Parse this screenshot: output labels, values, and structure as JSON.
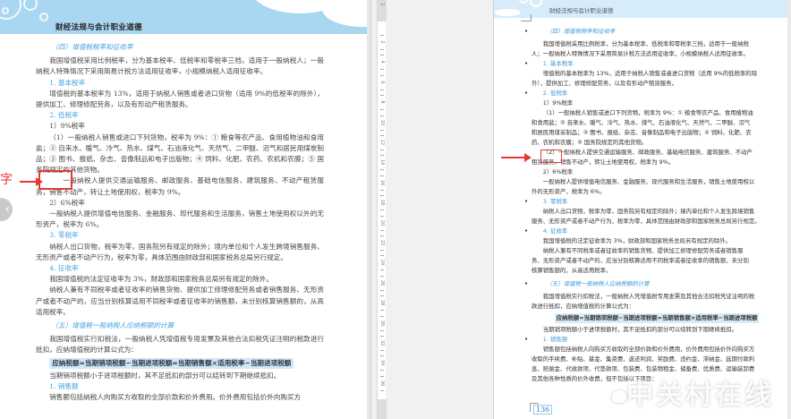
{
  "left_page": {
    "header_title": "财经法规与会计职业道德",
    "section_4_title": "（四）增值税税率和征收率",
    "p_intro": "我国增值税采用比例税率，分为基本税率、低税率和零税率三档，适用于一般纳税人；一般纳税人特殊情况下采用简易计税方法适用征收率，小规模纳税人适用征收率。",
    "h_basic": "1. 基本税率",
    "p_basic": "增值税的基本税率为 13%，适用于纳税人销售或者进口货物（适用 9%的低税率的除外），提供加工、修理修配劳务，以及有形动产租赁服务。",
    "h_low": "2. 低税率",
    "sub_9": "1）9%税率",
    "p_9_1": "（1）一般纳税人销售或进口下列货物，税率为 9%：① 粮食等农产品、食用植物油和食用盐；② 自来水、暖气、冷气、热水、煤气、石油液化气、天然气、二甲醚、沼气和居民用煤炭制品；③ 图书、报纸、杂志、音像制品和电子出版物；④ 饲料、化肥、农药、农机和农膜；⑤ 国务院规定的其他货物。",
    "p_9_2": "一般纳税人提供交通运输服务、邮政服务、基础电信服务、建筑服务、不动产租赁服务，销售不动产，转让土地使用权，税率为 9%。",
    "sub_6": "2）6%税率",
    "p_6": "一般纳税人提供增值电信服务、金融服务、现代服务和生活服务，销售土地使用权以外的无形资产，税率为 6%。",
    "h_zero": "3. 零税率",
    "p_zero": "纳税人出口货物，税率为零，国务院另有规定的除外；境内单位和个人发生跨境销售服务、无形资产或者不动产行为，税率为零，具体范围由财政部和国家税务总局另行规定。",
    "h_levy": "4. 征收率",
    "p_levy_1": "我国增值税的法定征收率为 3%，财政部和国家税务总局另有规定的除外。",
    "p_levy_2": "纳税人兼有不同税率或者征收率的销售货物、提供加工修理修配劳务或者销售服务、无形资产或者不动产的，应当分别核算适用不同税率或者征收率的销售额，未分别核算销售额的，从高适用税率。",
    "section_5_title": "（五）增值税一般纳税人应纳税额的计算",
    "p_calc": "我国增值税实行扣税法，一般纳税人凭增值税专用发票及其他合法扣税凭证注明的税款进行抵扣，应纳增值税的计算公式为：",
    "formula": "应纳税额=当期销项税额−当期进项税额=当期销售额×适用税率−当期进项税额",
    "p_carry": "当期销项税额小于进项税额时，其不足抵扣的部分可以结转到下期继续抵扣。",
    "h_sales": "1. 销售额",
    "p_sales": "销售额包括纳税人向购买方收取的全部价款和价外费用。价外费用包括价外向购买方"
  },
  "annotation": {
    "left_label": "字",
    "right_marker": "（2）"
  },
  "nav": {
    "back_icon_glyph": "‹"
  },
  "ruler": {
    "top_label": "2",
    "labels": [
      "2",
      "4",
      "6",
      "8",
      "10",
      "12",
      "14",
      "16",
      "18",
      "20",
      "22",
      "24",
      "26",
      "28",
      "30",
      "32",
      "34",
      "36"
    ]
  },
  "right_page": {
    "header_title": "财经法规与会计职业道德",
    "section_4_title": "（四）增值税税率和征收率",
    "p_intro_1": "我国增值税采用比例税率，分为基本税率、低税率和零税率三档，适用于一般纳税",
    "p_intro_2": "人；一般纳税人特殊情况下采用简易计税方法适用征收率，小规模纳税人适用征收率。",
    "h_basic": "1. 基本税率",
    "p_basic_1": "增值税的基本税率为 13%，适用于纳税人销售或者进口货物（适用 9%的低税率的除",
    "p_basic_2": "外），提供加工、修理修配劳务，以及有形动产租赁服务。",
    "h_low": "2. 低税率",
    "sub_9": "1）9%税率",
    "p_9_1a": "（1）一般纳税人销售或进口下列货物，税率为 9%：① 粮食等农产品、食用植物油",
    "p_9_1b": "和食用盐；② 自来水、暖气、冷气、热水、煤气、石油液化气、天然气、二甲醚、沼气",
    "p_9_1c": "和居民用煤炭制品；③ 图书、报纸、杂志、音像制品和电子出版物；④ 饲料、化肥、农",
    "p_9_1d": "药、农机和农膜；⑤ 国务院规定的其他货物。",
    "p_9_2a": "一般纳税人提供交通运输服务、邮政服务、基础电信服务、建筑服务、不动产",
    "p_9_2b": "租赁服务，销售不动产，转让土地使用权，税率为 9%。",
    "sub_6": "2）6%税率",
    "p_6a": "一般纳税人提供增值电信服务、金融服务、现代服务和生活服务，销售土地使用权以",
    "p_6b": "外的无形资产，税率为 6%。",
    "h_zero": "3. 零税率",
    "p_zero_a": "纳税人出口货物，税率为零，国务院另有规定的除外；境内单位和个人发生跨境销售",
    "p_zero_b": "服务、无形资产或者不动产行为，税率为零，具体范围由财政部和国家税务总局另行规定。",
    "h_levy": "4. 征收率",
    "p_levy_1": "我国增值税的法定征收率为 3%，财政部和国家税务总局另有规定的除外。",
    "p_levy_2a": "纳税人兼有不同税率或者征收率的销售货物、提供加工修理修配劳务或者销售服",
    "p_levy_2b": "务、无形资产或者不动产的，应当分别核算适用不同税率或者征收率的销售额，未分别",
    "p_levy_2c": "核算销售额的，从高适用税率。",
    "section_5_title": "（五）增值税一般纳税人应纳税额的计算",
    "p_calc_a": "我国增值税实行扣税法，一般纳税人凭增值税专用发票及其他合法扣税凭证注明的税",
    "p_calc_b": "款进行抵扣，应纳增值税的计算公式为：",
    "formula": "应纳税额=当期销项税额−当期进项税额=当期销售额×适用税率−当期进项税额",
    "p_carry": "当期销项税额小于进项税额时，其不足抵扣的部分可以结转到下期继续抵扣。",
    "h_sales": "1. 销售额",
    "p_sales_a": "销售额包括纳税人向购买方收取的全部价款和价外费用，价外费用包括价外向购买方",
    "p_sales_b": "收取的手续费、补贴、基金、集资费、返还利润、奖励费、违约金、滞纳金、延期付款利",
    "p_sales_c": "息、赔偿金、代收款项、代垫款项、包装费、包装物租金、储备费、优质费、运输装卸费",
    "p_sales_d": "及其他各种性质的价外收费，但不包括以下项目：",
    "page_number": "136"
  },
  "watermark": {
    "text": "中关村在线"
  },
  "colors": {
    "accent_blue": "#4aa3df",
    "header_blue": "#a9d6f0",
    "annotation_red": "#e53935",
    "formula_highlight": "#cfe9f8"
  }
}
